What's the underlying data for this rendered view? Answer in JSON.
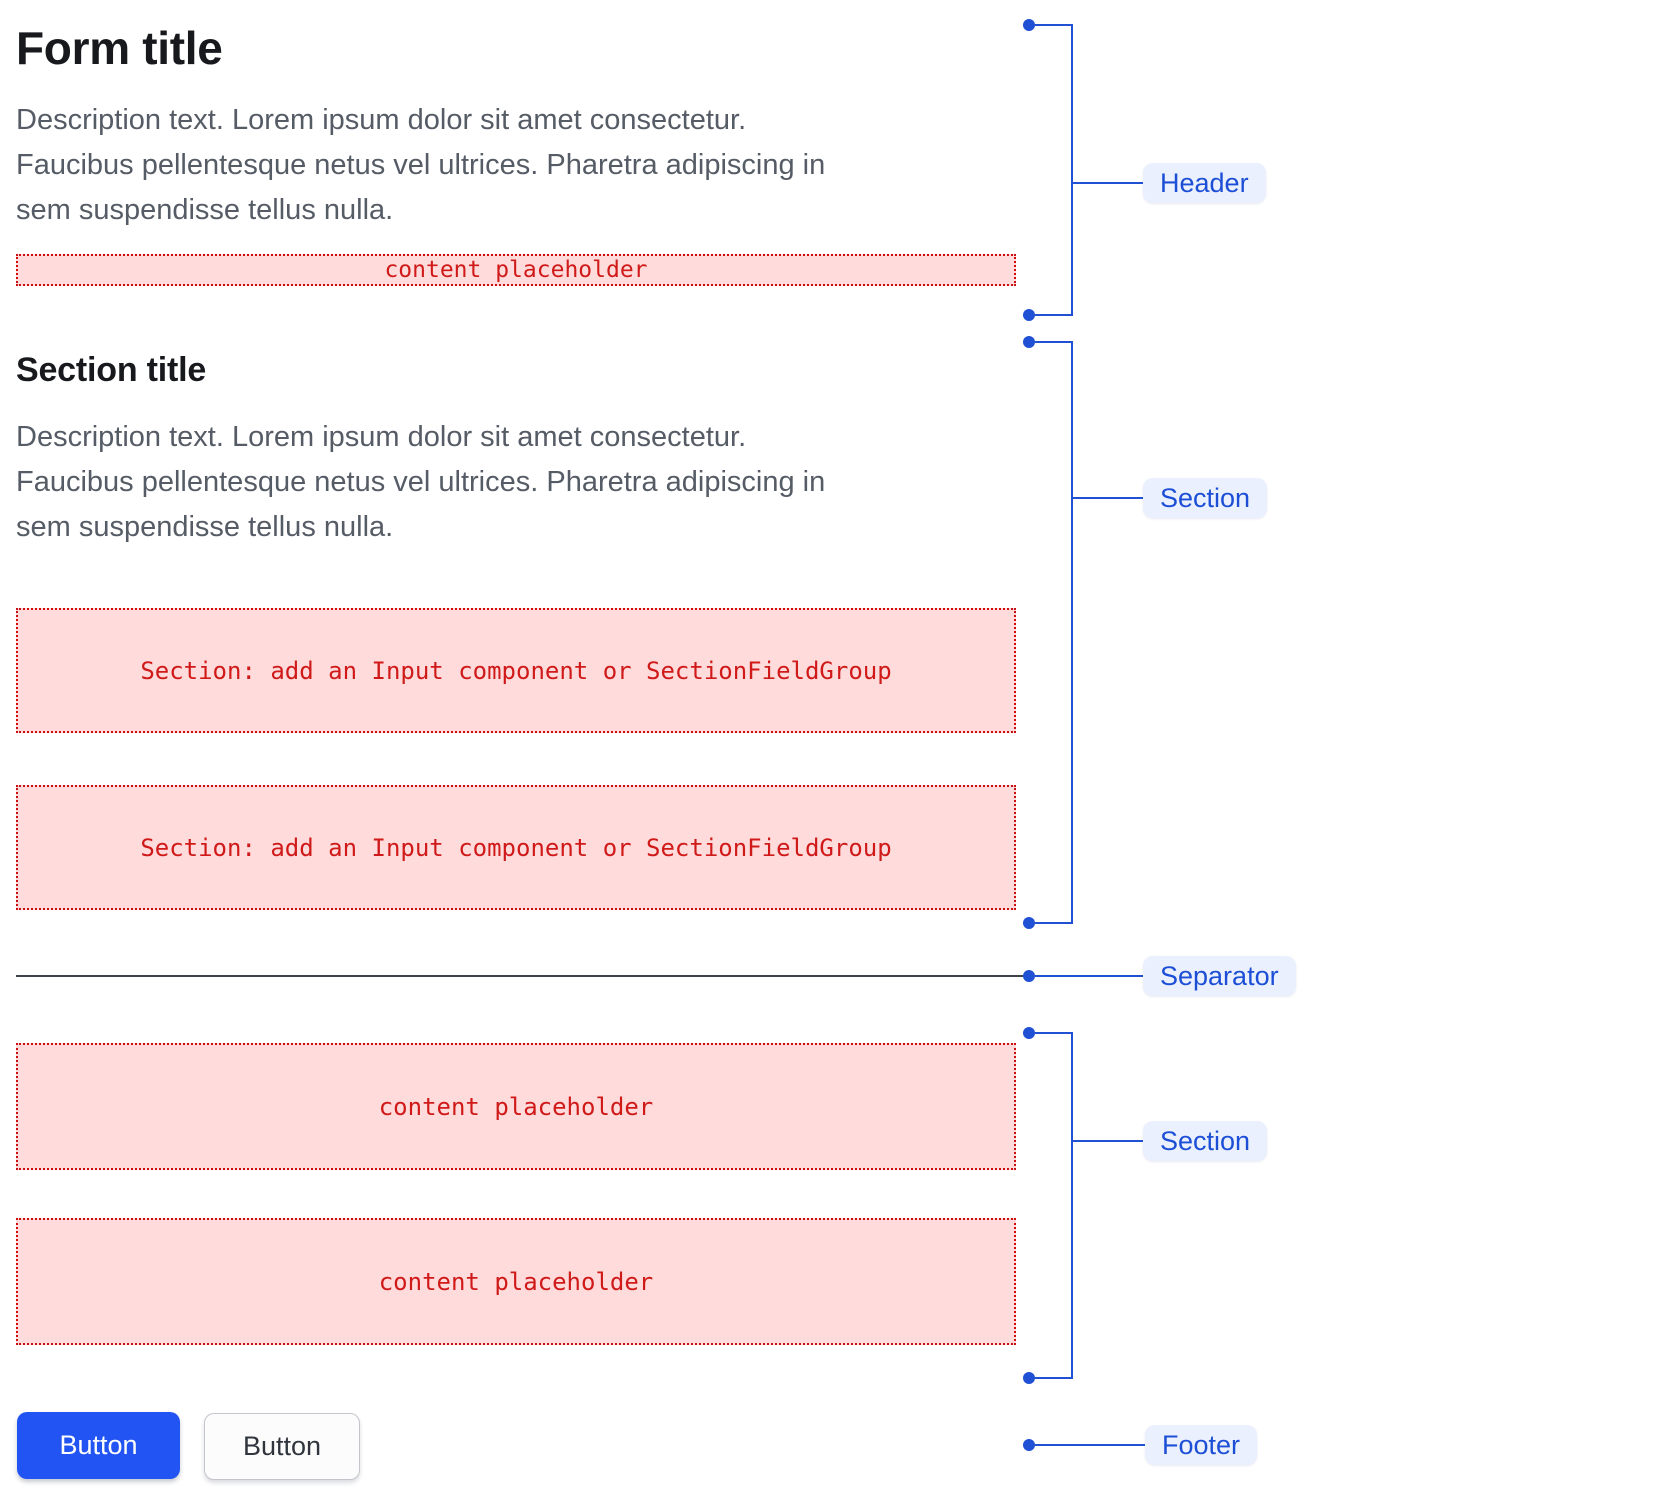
{
  "form": {
    "title": "Form title",
    "description": "Description text. Lorem ipsum dolor sit amet consectetur.\nFaucibus pellentesque netus vel ultrices. Pharetra adipiscing in\nsem suspendisse tellus nulla.",
    "header_content_placeholder": "content placeholder",
    "section": {
      "title": "Section title",
      "description": "Description text. Lorem ipsum dolor sit amet consectetur.\nFaucibus pellentesque netus vel ultrices. Pharetra adipiscing in\nsem suspendisse tellus nulla.",
      "placeholders": [
        "Section: add an Input component or SectionFieldGroup",
        "Section: add an Input component or SectionFieldGroup"
      ]
    },
    "second_section": {
      "placeholders": [
        "content placeholder",
        "content placeholder"
      ]
    },
    "footer": {
      "primary_button_label": "Button",
      "secondary_button_label": "Button"
    }
  },
  "annotations": {
    "header_label": "Header",
    "section_label": "Section",
    "separator_label": "Separator",
    "second_section_label": "Section",
    "footer_label": "Footer"
  },
  "colors": {
    "annotation_blue": "#2051d4",
    "annotation_label_bg": "#eaf0fe",
    "annotation_label_text": "#1d4fd6",
    "placeholder_bg": "#ffdbdb",
    "placeholder_border": "#c90f0f",
    "placeholder_text": "#d01a1a",
    "primary_button_bg": "#2154f2",
    "separator_line": "#3e434a",
    "title_text": "#17191d",
    "description_text": "#565c66"
  }
}
